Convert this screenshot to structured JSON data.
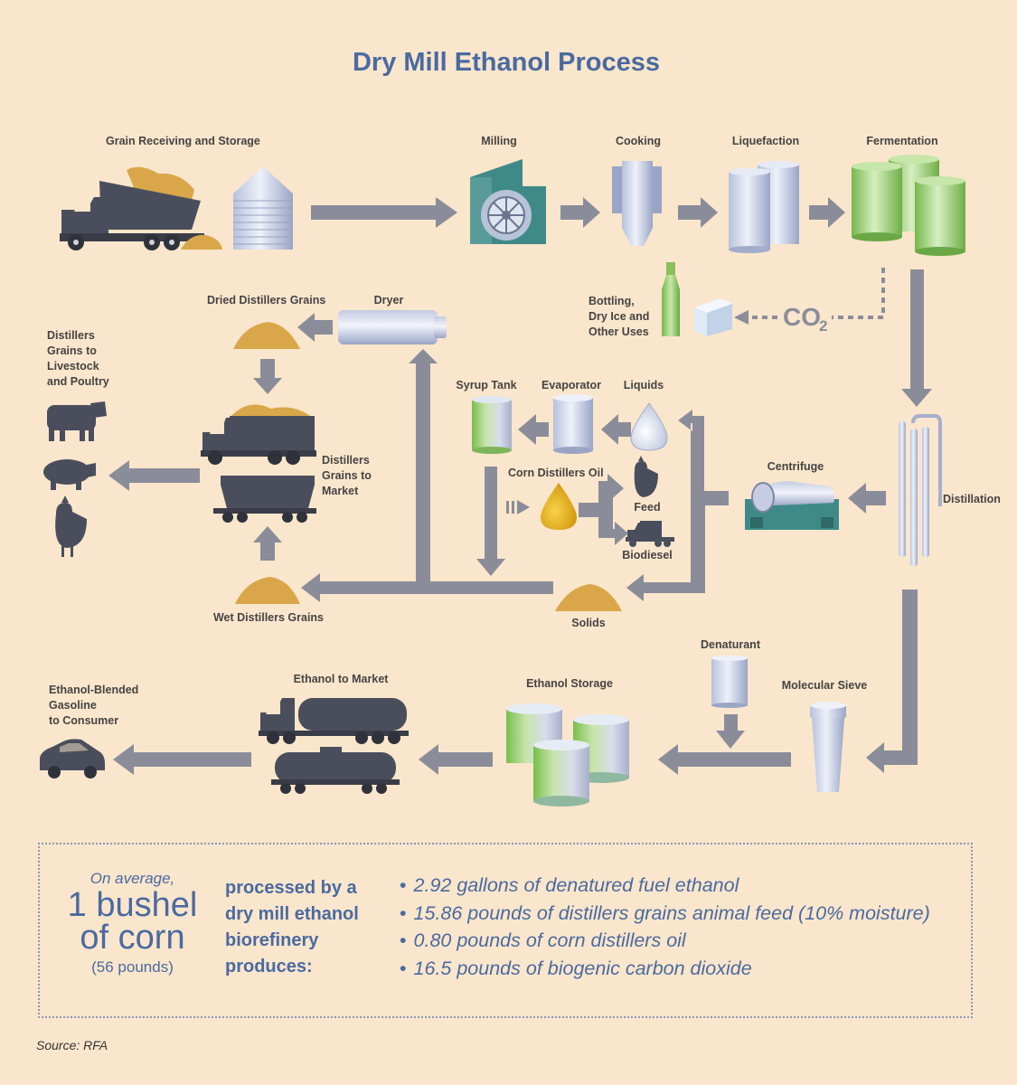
{
  "title": "Dry Mill Ethanol Process",
  "labels": {
    "grain_receiving": "Grain Receiving and Storage",
    "milling": "Milling",
    "cooking": "Cooking",
    "liquefaction": "Liquefaction",
    "fermentation": "Fermentation",
    "bottling": [
      "Bottling,",
      "Dry Ice and",
      "Other Uses"
    ],
    "co2": "CO",
    "co2_sub": "2",
    "dried_distillers_grains": "Dried Distillers Grains",
    "dryer": "Dryer",
    "distillers_to_livestock": [
      "Distillers",
      "Grains to",
      "Livestock",
      "and Poultry"
    ],
    "distillers_to_market": [
      "Distillers",
      "Grains to",
      "Market"
    ],
    "syrup_tank": "Syrup Tank",
    "evaporator": "Evaporator",
    "liquids": "Liquids",
    "corn_distillers_oil": "Corn Distillers Oil",
    "feed": "Feed",
    "biodiesel": "Biodiesel",
    "centrifuge": "Centrifuge",
    "distillation": "Distillation",
    "wet_distillers_grains": "Wet Distillers Grains",
    "solids": "Solids",
    "denaturant": "Denaturant",
    "molecular_sieve": "Molecular Sieve",
    "ethanol_storage": "Ethanol Storage",
    "ethanol_to_market": "Ethanol to Market",
    "blended_gasoline": [
      "Ethanol-Blended",
      "Gasoline",
      "to Consumer"
    ]
  },
  "summary": {
    "avg": "On average,",
    "big_line1": "1 bushel",
    "big_line2": "of corn",
    "weight": "(56 pounds)",
    "processed": [
      "processed by a",
      "dry mill ethanol",
      "biorefinery",
      "produces:"
    ],
    "items": [
      "2.92 gallons of denatured fuel ethanol",
      "15.86 pounds of distillers grains animal feed (10% moisture)",
      "0.80 pounds of corn distillers oil",
      "16.5 pounds of biogenic carbon dioxide"
    ]
  },
  "source": "Source: RFA",
  "colors": {
    "background": "#fae6cc",
    "title": "#4a6aa0",
    "arrow": "#8a8d99",
    "vehicle": "#4a4e5c",
    "grain": "#d9a74a",
    "tank_steel": "#b5bed8",
    "tank_green": "#8fc86a",
    "machine_teal": "#3f8a88"
  }
}
